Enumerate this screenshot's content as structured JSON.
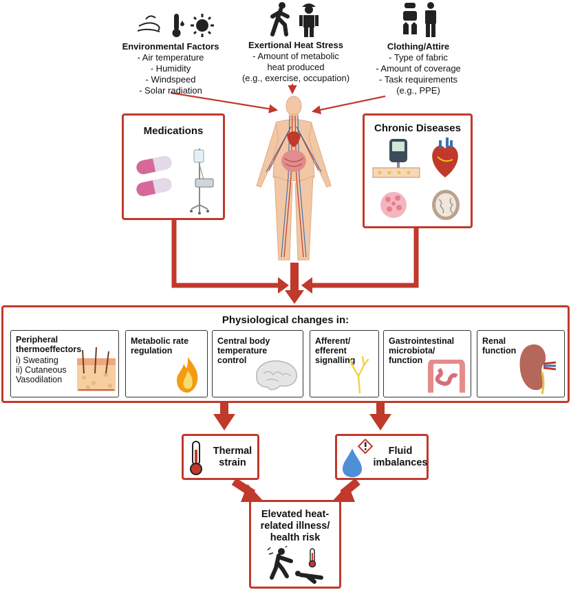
{
  "factors": {
    "environmental": {
      "title": "Environmental Factors",
      "items": [
        "- Air temperature",
        "- Humidity",
        "- Windspeed",
        "- Solar radiation"
      ],
      "icons": [
        "wind-icon",
        "thermometer-icon",
        "sun-icon"
      ]
    },
    "exertional": {
      "title": "Exertional Heat Stress",
      "items": [
        "- Amount of metabolic",
        "heat produced",
        "(e.g., exercise, occupation)"
      ],
      "icons": [
        "walking-person-icon",
        "worker-icon"
      ]
    },
    "clothing": {
      "title": "Clothing/Attire",
      "items": [
        "- Type of fabric",
        "- Amount of coverage",
        "- Task requirements",
        "(e.g., PPE)"
      ],
      "icons": [
        "ppe-gear-icon",
        "person-icon"
      ]
    }
  },
  "medications": {
    "title": "Medications",
    "icons": [
      "pill-icon",
      "pill-icon",
      "iv-drip-icon"
    ]
  },
  "chronic_diseases": {
    "title": "Chronic Diseases",
    "icons": [
      "glucose-meter-icon",
      "heart-icon",
      "cell-icon",
      "brain-scan-icon"
    ]
  },
  "physiological": {
    "title": "Physiological changes in:",
    "items": [
      {
        "title": [
          "Peripheral",
          "thermoeffectors"
        ],
        "sub": [
          "i) Sweating",
          "ii) Cutaneous",
          "Vasodilation"
        ],
        "icon": "skin-icon"
      },
      {
        "title": [
          "Metabolic rate",
          "regulation"
        ],
        "sub": [],
        "icon": "flame-icon"
      },
      {
        "title": [
          "Central body",
          "temperature",
          "control"
        ],
        "sub": [],
        "icon": "brain-icon"
      },
      {
        "title": [
          "Afferent/",
          "efferent",
          "signalling"
        ],
        "sub": [],
        "icon": "nerve-icon"
      },
      {
        "title": [
          "Gastrointestinal",
          "microbiota/",
          "function"
        ],
        "sub": [],
        "icon": "intestine-icon"
      },
      {
        "title": [
          "Renal",
          "function"
        ],
        "sub": [],
        "icon": "kidney-icon"
      }
    ]
  },
  "outcomes": {
    "thermal": {
      "label": [
        "Thermal",
        "strain"
      ],
      "icon": "thermometer-icon"
    },
    "fluid": {
      "label": [
        "Fluid",
        "imbalances"
      ],
      "icon": "water-drop-warning-icon"
    }
  },
  "final": {
    "label": [
      "Elevated heat-",
      "related illness/",
      "health risk"
    ],
    "icon": "collapse-person-icon"
  },
  "colors": {
    "accent": "#c0392b",
    "arrow": "#c0392b"
  }
}
